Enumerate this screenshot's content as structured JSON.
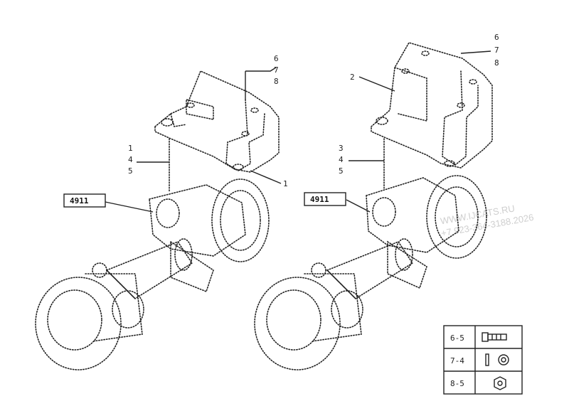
{
  "watermark": {
    "site": "WWW.IJCATS.RU",
    "phone": "+7 923-364-3188.2026"
  },
  "views": [
    {
      "ref_box": "4911",
      "callouts_top": [
        "6",
        "7",
        "8"
      ],
      "callouts_left": [
        "1",
        "4",
        "5"
      ],
      "callout_right": "1"
    },
    {
      "ref_box": "4911",
      "callouts_top": [
        "6",
        "7",
        "8"
      ],
      "callouts_left": [
        "3",
        "4",
        "5"
      ],
      "callout_upper_left": "2"
    }
  ],
  "legend": {
    "rows": [
      {
        "key": "6-5",
        "icon": "bolt-icon"
      },
      {
        "key": "7-4",
        "icon": "washer-icon"
      },
      {
        "key": "8-5",
        "icon": "nut-icon"
      }
    ]
  }
}
